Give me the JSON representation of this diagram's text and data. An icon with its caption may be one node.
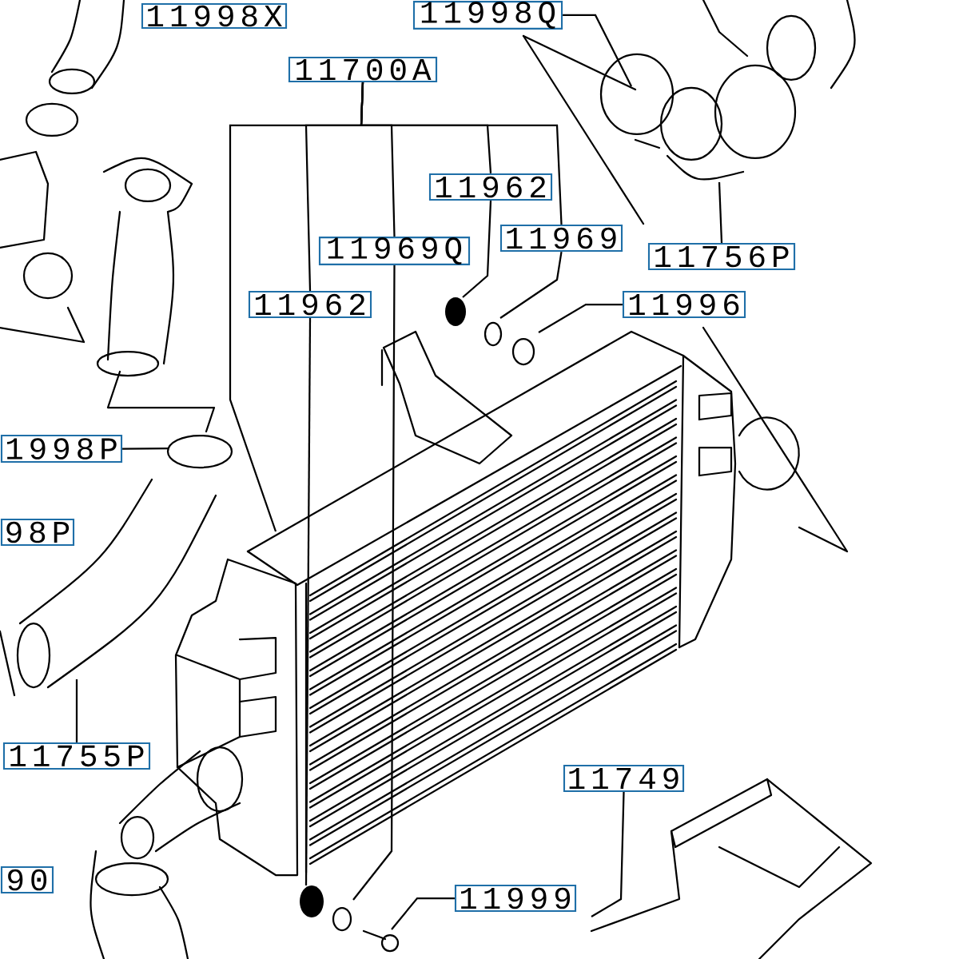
{
  "diagram": {
    "nodes": [
      {
        "text": [
          "11998X"
        ]
      },
      {
        "text": [
          "11998Q"
        ]
      },
      {
        "text": [
          "11700A"
        ]
      },
      {
        "text": [
          "11962"
        ]
      },
      {
        "text": [
          "11969"
        ]
      },
      {
        "text": [
          "11969Q"
        ]
      },
      {
        "text": [
          "11756P"
        ]
      },
      {
        "text": [
          "11962"
        ]
      },
      {
        "text": [
          "11996"
        ]
      },
      {
        "text": [
          "1998P"
        ]
      },
      {
        "text": [
          "98P"
        ]
      },
      {
        "text": [
          "11755P"
        ]
      },
      {
        "text": [
          "11749"
        ]
      },
      {
        "text": [
          "90"
        ]
      },
      {
        "text": [
          "11999"
        ]
      }
    ],
    "edges": [
      {
        "from": 2,
        "to": 7,
        "arrow": "none"
      },
      {
        "from": 2,
        "to": 5,
        "arrow": "none"
      },
      {
        "from": 2,
        "to": 3,
        "arrow": "none"
      },
      {
        "from": 2,
        "to": 4,
        "arrow": "none"
      },
      {
        "from": 2,
        "to": null,
        "arrow": "none"
      },
      {
        "from": 3,
        "to": null,
        "arrow": "none"
      },
      {
        "from": 4,
        "to": null,
        "arrow": "none"
      },
      {
        "from": 5,
        "to": null,
        "arrow": "none"
      },
      {
        "from": 7,
        "to": null,
        "arrow": "none"
      },
      {
        "from": 8,
        "to": null,
        "arrow": "none"
      },
      {
        "from": 6,
        "to": null,
        "arrow": "none"
      },
      {
        "from": 1,
        "to": null,
        "arrow": "none"
      },
      {
        "from": 9,
        "to": null,
        "arrow": "none"
      },
      {
        "from": 11,
        "to": null,
        "arrow": "none"
      },
      {
        "from": 12,
        "to": null,
        "arrow": "none"
      },
      {
        "from": 14,
        "to": null,
        "arrow": "none"
      }
    ]
  }
}
